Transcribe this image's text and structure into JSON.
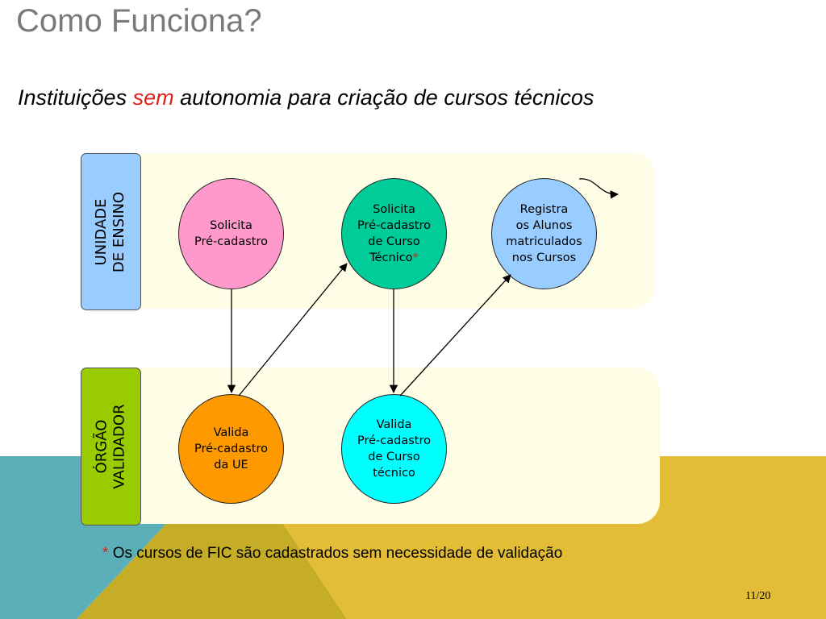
{
  "slide": {
    "title": "Como Funciona?",
    "subtitle_before": "Instituições",
    "subtitle_emphasis": "sem",
    "subtitle_after": "autonomia para criação de cursos técnicos",
    "page_number": "11/20"
  },
  "lanes": {
    "unidade": {
      "label_line1": "UNIDADE",
      "label_line2": "DE ENSINO",
      "label_color": "#99ccff"
    },
    "orgao": {
      "label_line1": "ÓRGÃO",
      "label_line2": "VALIDADOR",
      "label_color": "#99cc00"
    }
  },
  "nodes": {
    "solicita_pre": {
      "text": "Solicita\nPré-cadastro",
      "color": "#ff99cc"
    },
    "solicita_curso": {
      "text": "Solicita\nPré-cadastro\nde Curso\nTécnico",
      "asterisk": "*",
      "color": "#00cc99"
    },
    "registra": {
      "text": "Registra\nos Alunos\nmatriculados\nnos Cursos",
      "color": "#99ccff"
    },
    "valida_ue": {
      "text": "Valida\nPré-cadastro\nda UE",
      "color": "#ff9900"
    },
    "valida_curso": {
      "text": "Valida\nPré-cadastro\nde Curso\ntécnico",
      "color": "#00ffff"
    }
  },
  "footnote": {
    "asterisk": "*",
    "text": "Os cursos de FIC são cadastrados sem necessidade de validação"
  },
  "colors": {
    "background_teal": "#5aafb8",
    "background_gold": "#e3bd36",
    "background_olive": "#c5ad28",
    "lane_fill": "#fefee6",
    "accent_red": "#e0201c"
  }
}
